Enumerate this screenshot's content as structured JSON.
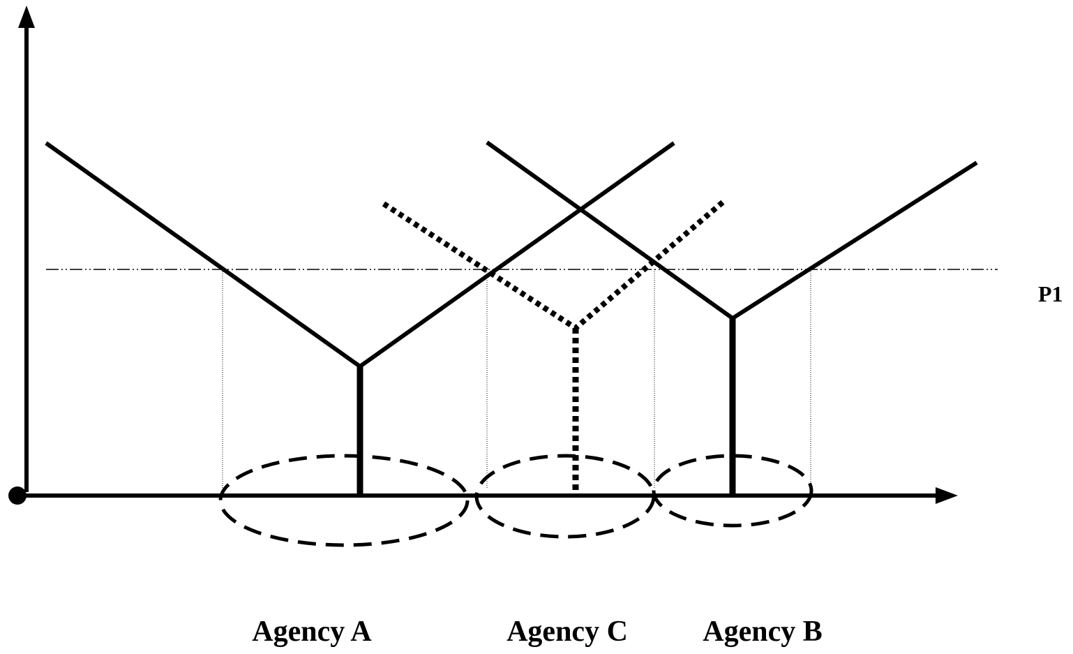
{
  "diagram": {
    "price_line_label": "P1",
    "agencies": [
      {
        "label": "Agency A",
        "style": "solid"
      },
      {
        "label": "Agency C",
        "style": "dotted"
      },
      {
        "label": "Agency B",
        "style": "solid"
      }
    ],
    "colors": {
      "ink": "#000000",
      "background": "#ffffff"
    }
  }
}
